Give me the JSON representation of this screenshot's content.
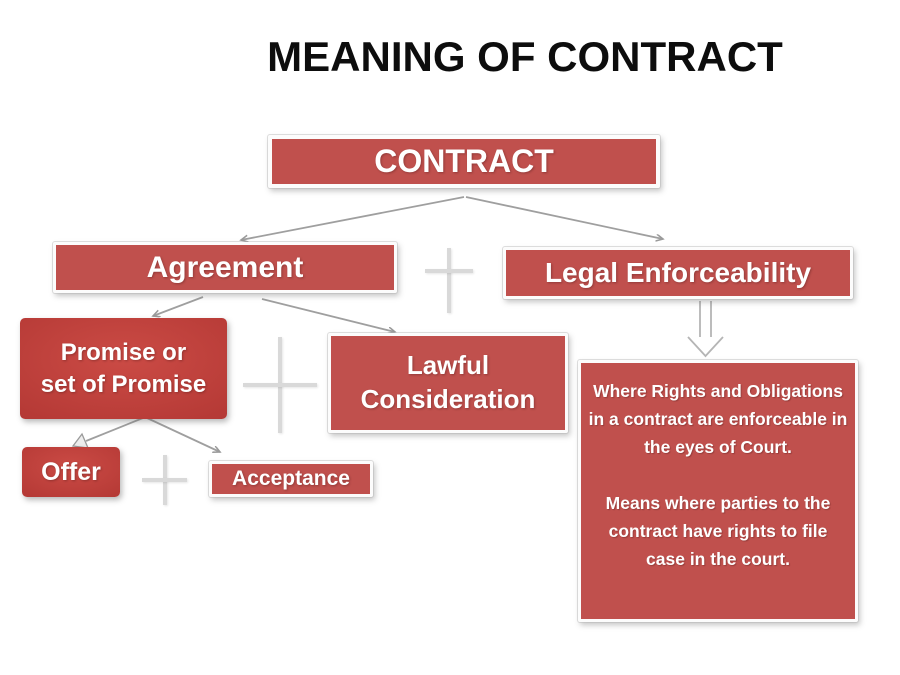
{
  "title": "MEANING OF CONTRACT",
  "colors": {
    "slide_background": "#ffffff",
    "title_text": "#0d0d0d",
    "box_fill_red": "#c0504d",
    "box_fill_dark_gradient_start": "#cb4b45",
    "box_fill_dark_gradient_end": "#9d302e",
    "box_border_white": "#fcfcfc",
    "box_text": "#ffffff",
    "connector_gray": "#9a9a9a",
    "plus_gray": "#d9d9d9"
  },
  "nodes": {
    "contract": {
      "label": "CONTRACT"
    },
    "agreement": {
      "label": "Agreement"
    },
    "legal_enforceability": {
      "label": "Legal Enforceability"
    },
    "promise": {
      "lines": [
        "Promise or",
        "set of Promise"
      ]
    },
    "lawful_consideration": {
      "lines": [
        "Lawful",
        "Consideration"
      ]
    },
    "offer": {
      "label": "Offer"
    },
    "acceptance": {
      "label": "Acceptance"
    },
    "description": {
      "para1": "Where Rights and Obligations in a contract are enforceable in the eyes of Court.",
      "para2": "Means where parties to the contract have rights to file case in the court."
    }
  },
  "icons": {
    "plus": "+",
    "arrow_down": "↓"
  },
  "relations": [
    "CONTRACT → Agreement",
    "CONTRACT → Legal Enforceability",
    "Agreement → Promise or set of Promise",
    "Agreement → Lawful Consideration",
    "Promise or set of Promise → Offer",
    "Promise or set of Promise → Acceptance",
    "Legal Enforceability → Description"
  ]
}
